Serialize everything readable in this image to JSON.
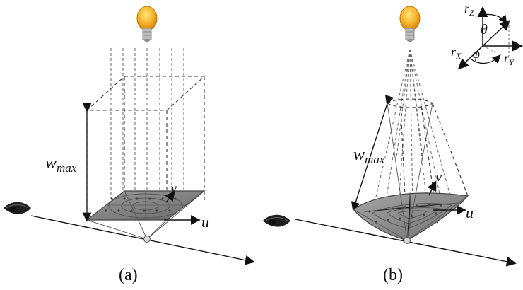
{
  "panel_a": {
    "label": "(a)",
    "wmax": {
      "base": "w",
      "sub": "max"
    },
    "u": "u",
    "v": "v"
  },
  "panel_b": {
    "label": "(b)",
    "wmax": {
      "base": "w",
      "sub": "max"
    },
    "u": "u",
    "v": "v"
  },
  "axes_inset": {
    "rz": {
      "base": "r",
      "sub": "Z"
    },
    "rx": {
      "base": "r",
      "sub": "X"
    },
    "ry": {
      "base": "r",
      "sub": "Y"
    },
    "theta": "θ",
    "phi": "φ"
  },
  "colors": {
    "bulb": "#f3a51a",
    "plate": "#8c8c8c",
    "dashed": "#555555",
    "eye": "#222222"
  }
}
